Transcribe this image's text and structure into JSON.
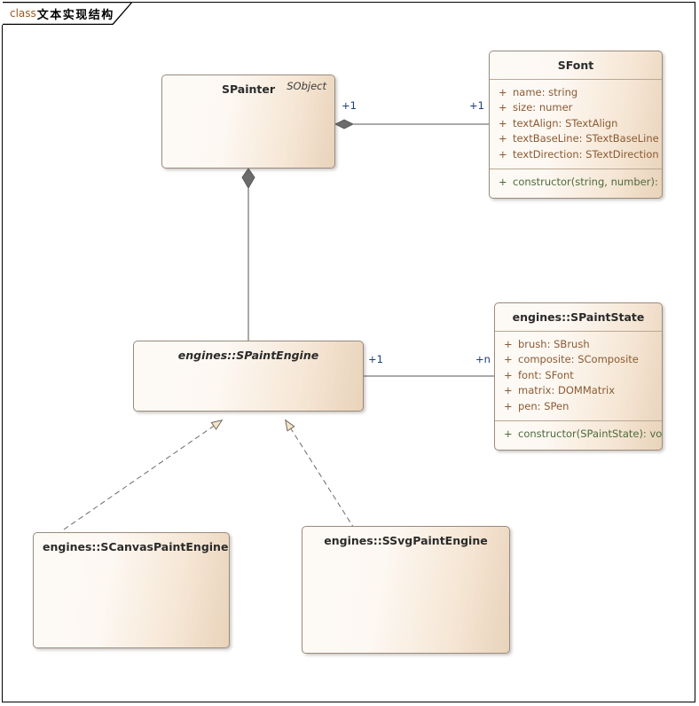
{
  "diagram": {
    "tab_keyword": "class",
    "tab_title": "文本实现结构",
    "background": "#ffffff",
    "frame_color": "#000000"
  },
  "style": {
    "box_border": "#9a8b7d",
    "box_fill_light": "#fdfaf6",
    "box_fill_dark": "#e9d3ba",
    "attribute_color": "#8a5a33",
    "operation_color": "#4c6b3c",
    "multiplicity_color": "#1c3f7a",
    "link_color": "#555555",
    "arrow_fill": "#f5e0c3"
  },
  "classes": [
    {
      "id": "spainter",
      "name": "SPainter",
      "stereotype": "SObject",
      "abstract": false,
      "has_compartments": false,
      "attributes": [],
      "operations": []
    },
    {
      "id": "sfont",
      "name": "SFont",
      "stereotype": "",
      "abstract": false,
      "has_compartments": true,
      "attributes": [
        {
          "visibility": "+",
          "signature": "name: string"
        },
        {
          "visibility": "+",
          "signature": "size: numer"
        },
        {
          "visibility": "+",
          "signature": "textAlign: STextAlign"
        },
        {
          "visibility": "+",
          "signature": "textBaseLine: STextBaseLine"
        },
        {
          "visibility": "+",
          "signature": "textDirection: STextDirection"
        }
      ],
      "operations": [
        {
          "visibility": "+",
          "signature": "constructor(string, number): void"
        }
      ]
    },
    {
      "id": "spaintengine",
      "name": "engines::SPaintEngine",
      "stereotype": "",
      "abstract": true,
      "has_compartments": false,
      "attributes": [],
      "operations": []
    },
    {
      "id": "spaintstate",
      "name": "engines::SPaintState",
      "stereotype": "",
      "abstract": false,
      "has_compartments": true,
      "attributes": [
        {
          "visibility": "+",
          "signature": "brush: SBrush"
        },
        {
          "visibility": "+",
          "signature": "composite: SComposite"
        },
        {
          "visibility": "+",
          "signature": "font: SFont"
        },
        {
          "visibility": "+",
          "signature": "matrix: DOMMatrix"
        },
        {
          "visibility": "+",
          "signature": "pen: SPen"
        }
      ],
      "operations": [
        {
          "visibility": "+",
          "signature": "constructor(SPaintState): void"
        }
      ]
    },
    {
      "id": "scanvaspaintengine",
      "name": "engines::SCanvasPaintEngine",
      "stereotype": "",
      "abstract": false,
      "has_compartments": false,
      "attributes": [],
      "operations": []
    },
    {
      "id": "ssvgpaintengine",
      "name": "engines::SSvgPaintEngine",
      "stereotype": "",
      "abstract": false,
      "has_compartments": false,
      "attributes": [],
      "operations": []
    }
  ],
  "relations": [
    {
      "id": "painter-font",
      "type": "composition",
      "from": "spainter",
      "to": "sfont",
      "source_multiplicity": "+1",
      "target_multiplicity": "+1"
    },
    {
      "id": "painter-engine",
      "type": "composition",
      "from": "spainter",
      "to": "spaintengine",
      "source_multiplicity": "",
      "target_multiplicity": ""
    },
    {
      "id": "engine-state",
      "type": "association",
      "from": "spaintengine",
      "to": "spaintstate",
      "source_multiplicity": "+1",
      "target_multiplicity": "+n"
    },
    {
      "id": "canvas-realizes-engine",
      "type": "realization",
      "from": "scanvaspaintengine",
      "to": "spaintengine",
      "source_multiplicity": "",
      "target_multiplicity": ""
    },
    {
      "id": "svg-realizes-engine",
      "type": "realization",
      "from": "ssvgpaintengine",
      "to": "spaintengine",
      "source_multiplicity": "",
      "target_multiplicity": ""
    }
  ],
  "multiplicity_labels": {
    "painter_to_font_near": "+1",
    "painter_to_font_far": "+1",
    "engine_to_state_near": "+1",
    "engine_to_state_far": "+n"
  }
}
